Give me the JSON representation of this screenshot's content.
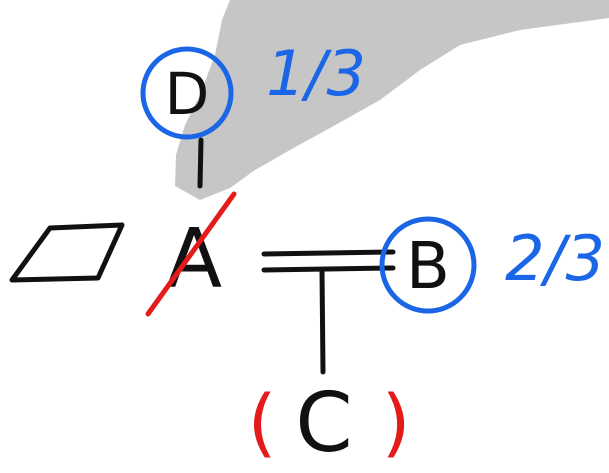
{
  "nodes": {
    "a": {
      "label": "A",
      "crossed_out": true
    },
    "b": {
      "label": "B",
      "circled": true
    },
    "c": {
      "label": "C",
      "parenthesized": true
    },
    "d": {
      "label": "D",
      "circled": true
    }
  },
  "annotations": {
    "d_fraction": "1/3",
    "b_fraction": "2/3",
    "c_open_paren": "(",
    "c_close_paren": ")"
  },
  "bonds": {
    "a_d": "single",
    "a_b": "double",
    "ab_c": "single"
  },
  "colors": {
    "ink": "#111111",
    "blue_marker": "#1a66e6",
    "red_marker": "#e31b1b",
    "shadow": "#b3b3b3"
  }
}
